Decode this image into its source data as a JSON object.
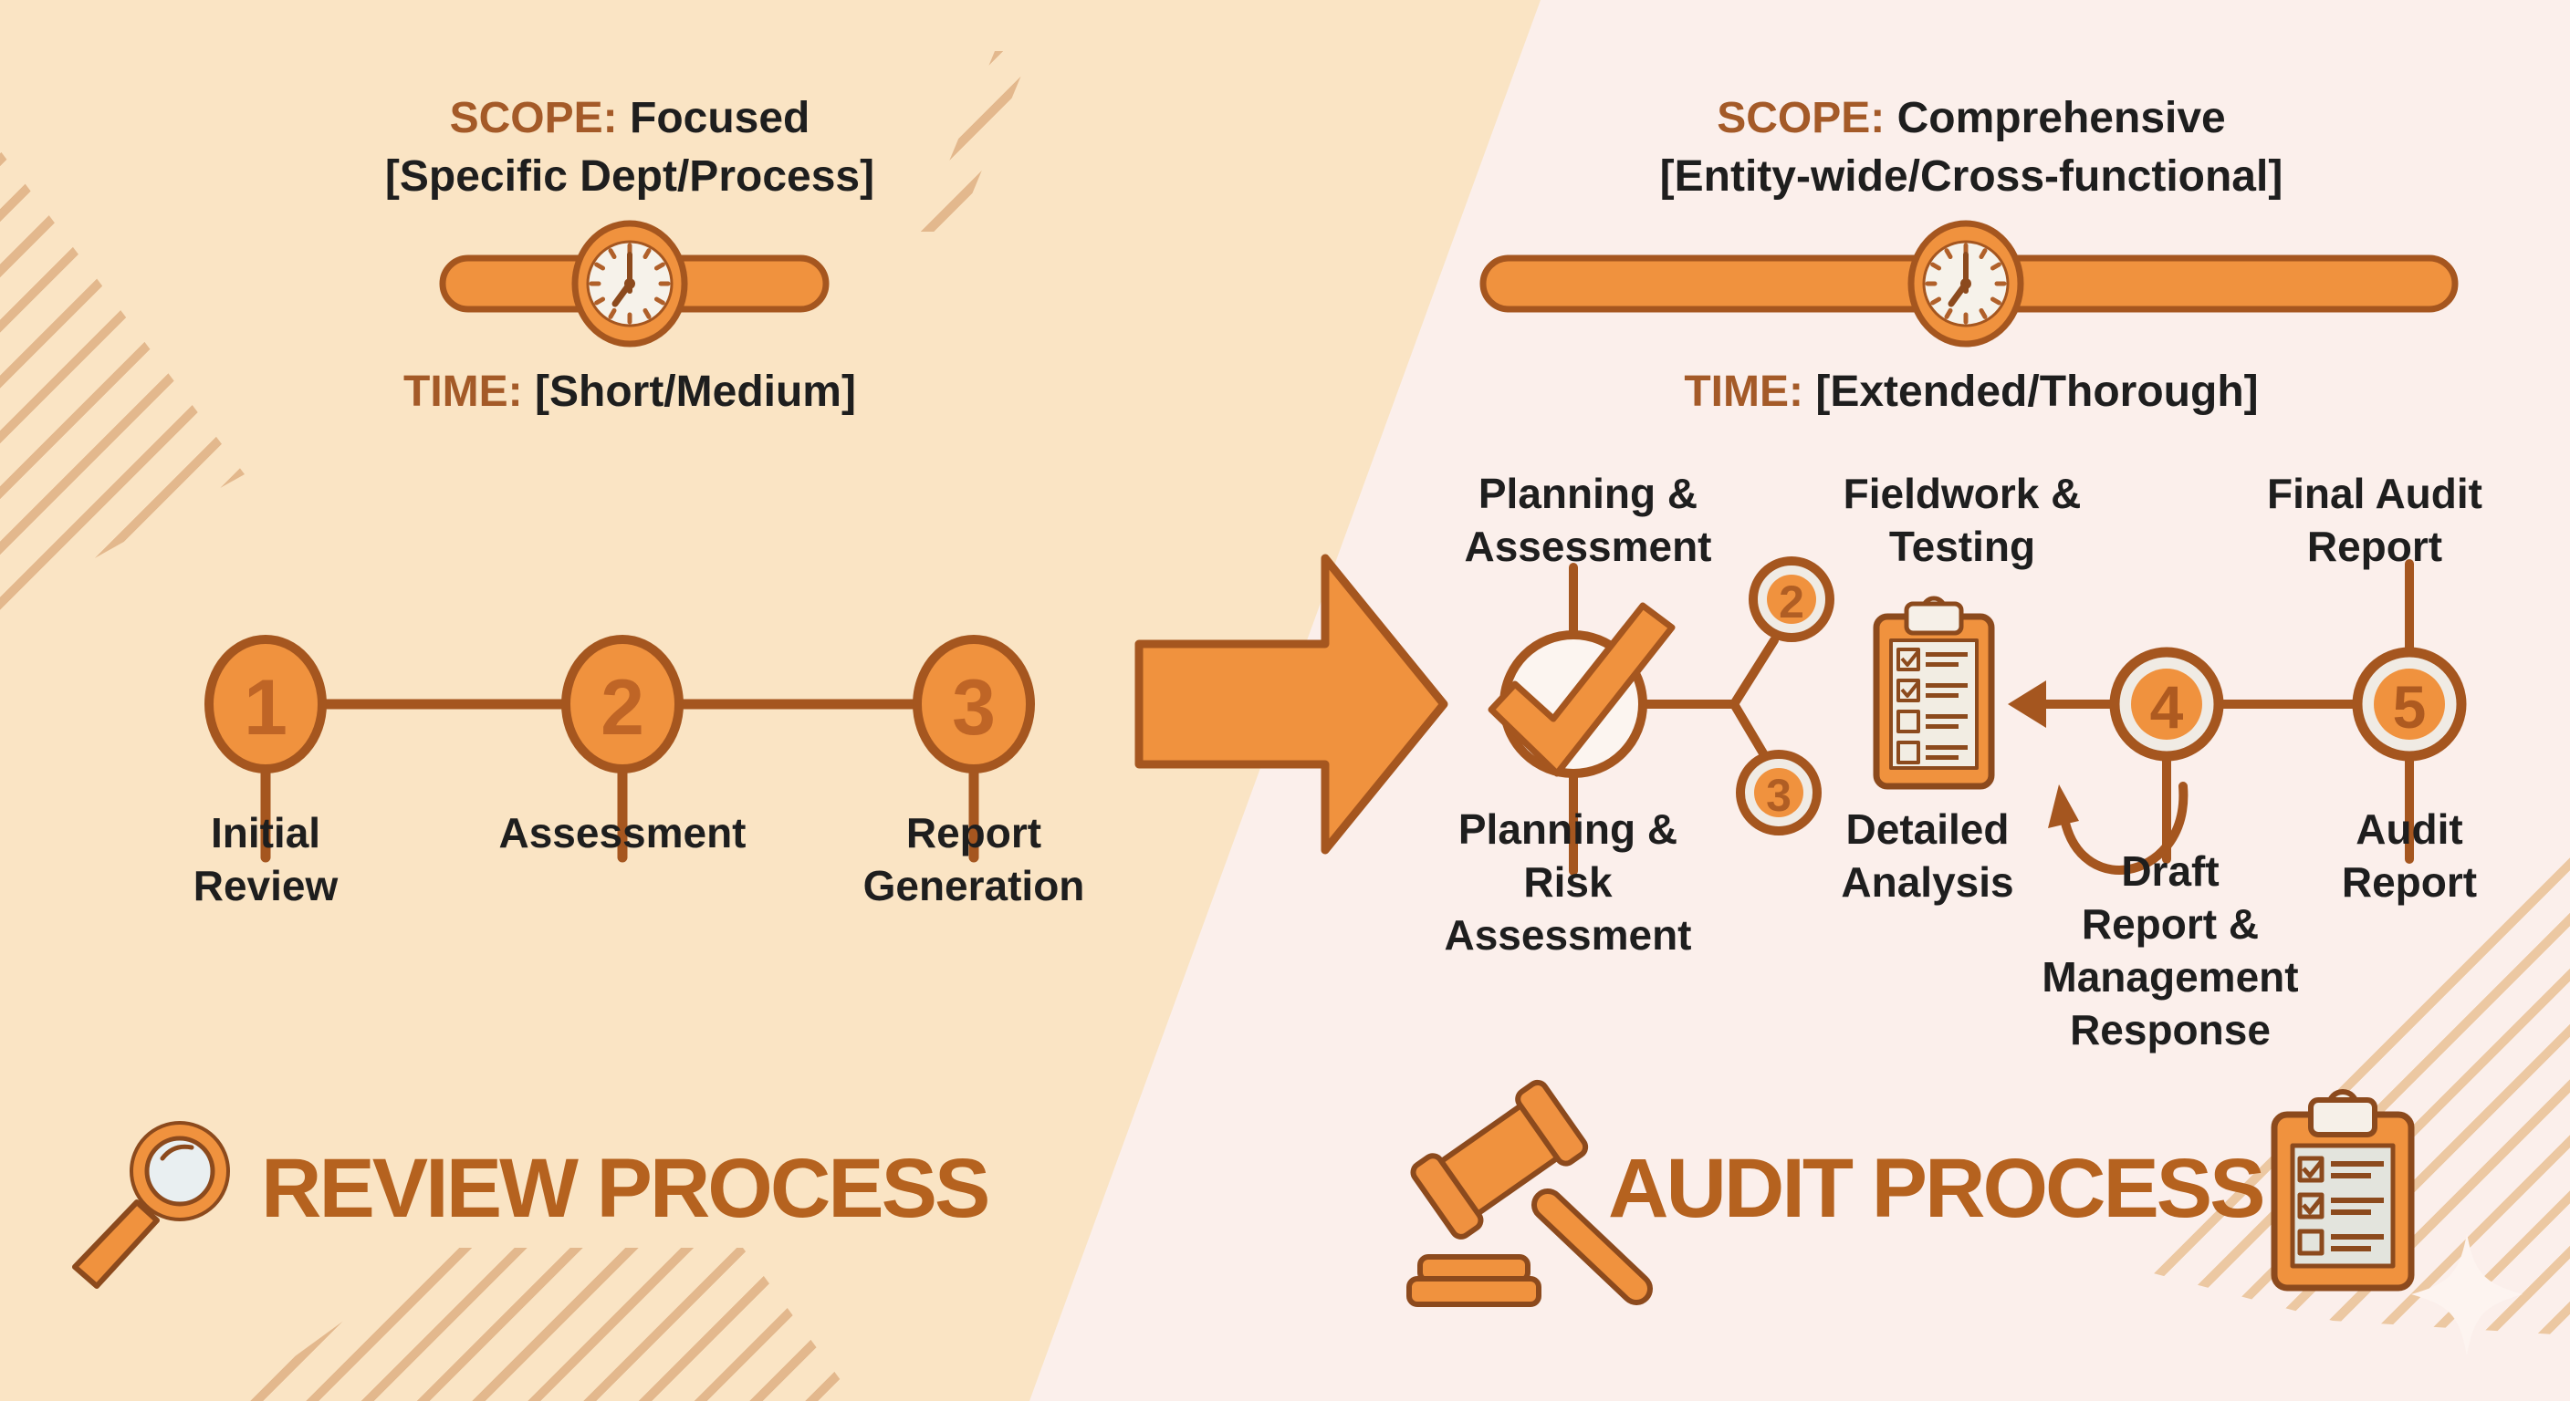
{
  "left_panel": {
    "scope_label": "SCOPE:",
    "scope_value": "Focused",
    "scope_detail": "[Specific Dept/Process]",
    "time_label": "TIME:",
    "time_value": "[Short/Medium]",
    "steps": [
      {
        "number": "1",
        "label": "Initial\nReview"
      },
      {
        "number": "2",
        "label": "Assessment"
      },
      {
        "number": "3",
        "label": "Report\nGeneration"
      }
    ],
    "title": "REVIEW PROCESS"
  },
  "right_panel": {
    "scope_label": "SCOPE:",
    "scope_value": "Comprehensive",
    "scope_detail": "[Entity-wide/Cross-functional]",
    "time_label": "TIME:",
    "time_value": "[Extended/Thorough]",
    "stages": {
      "top_labels": [
        "Planning &\nAssessment",
        "Fieldwork &\nTesting",
        "Final Audit\nReport"
      ],
      "bottom_labels": [
        "Planning &\nRisk\nAssessment",
        "Detailed\nAnalysis",
        "Draft\nReport &\nManagement\nResponse",
        "Audit\nReport"
      ],
      "step2_number": "2",
      "step3_number": "3",
      "step4_number": "4",
      "step5_number": "5"
    },
    "title": "AUDIT PROCESS"
  },
  "icons": {
    "left_timeline": "clock-icon",
    "right_timeline": "clock-icon",
    "left_title": "magnifying-glass-icon",
    "right_title_left": "gavel-icon",
    "right_title_right": "checklist-clipboard-icon",
    "stage1": "checkmark-circle-icon",
    "stage_fieldwork": "clipboard-icon",
    "transition": "right-arrow-icon",
    "revision_loop": "curved-arrow-icon"
  },
  "colors": {
    "orange_fill": "#f0923e",
    "outline_brown": "#a5561f",
    "title_brown": "#b5621f",
    "label_brown": "#a45a28",
    "text_black": "#1e1e1e",
    "bg_left": "#fae4c4",
    "bg_right": "#fbefeb",
    "stripe_tan": "#e3b88d",
    "stripe_peach": "#ecc8a2"
  }
}
